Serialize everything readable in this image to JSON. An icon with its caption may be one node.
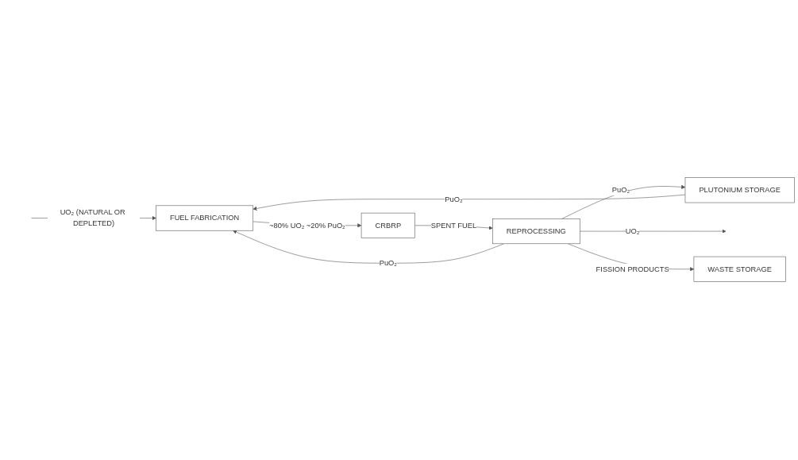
{
  "diagram": {
    "nodes": [
      {
        "text": [
          "FUEL FABRICATION"
        ]
      },
      {
        "text": [
          "CRBRP"
        ]
      },
      {
        "text": [
          "REPROCESSING"
        ]
      },
      {
        "text": [
          "PLUTONIUM STORAGE"
        ]
      },
      {
        "text": [
          "WASTE STORAGE"
        ]
      }
    ],
    "edges": [
      {
        "from": null,
        "to": 0,
        "arrow": "to",
        "label": "UO₂ (NATURAL OR DEPLETED)"
      },
      {
        "from": 0,
        "to": 1,
        "arrow": "to",
        "label": "~80% UO₂ ~20% PuO₂"
      },
      {
        "from": 1,
        "to": 2,
        "arrow": "to",
        "label": "SPENT FUEL"
      },
      {
        "from": 2,
        "to": 0,
        "arrow": "to",
        "label": "PuO₂"
      },
      {
        "from": 2,
        "to": 3,
        "arrow": "to",
        "label": "PuO₂"
      },
      {
        "from": 3,
        "to": 0,
        "arrow": "to",
        "label": "PuO₂"
      },
      {
        "from": 2,
        "to": null,
        "arrow": "to",
        "label": "UO₂"
      },
      {
        "from": 2,
        "to": 4,
        "arrow": "to",
        "label": "FISSION PRODUCTS"
      }
    ]
  }
}
